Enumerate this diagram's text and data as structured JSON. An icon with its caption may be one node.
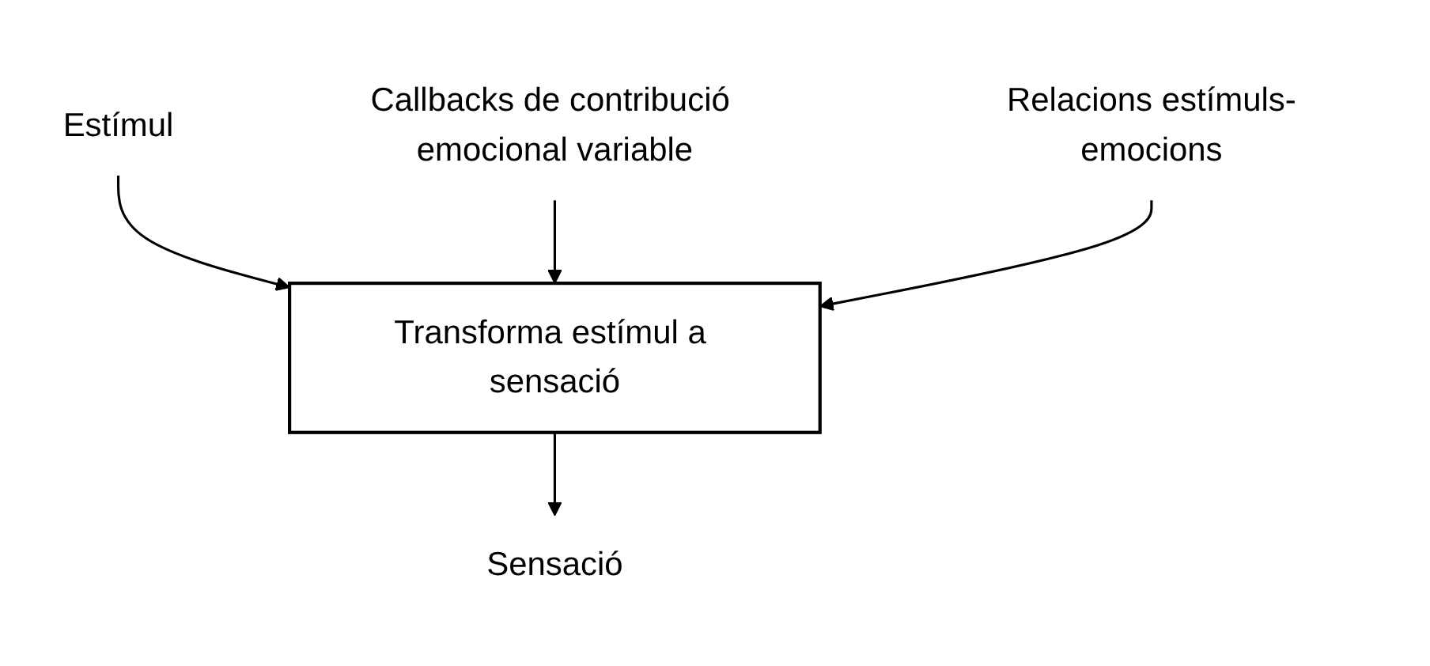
{
  "diagram": {
    "nodes": [
      {
        "text": [
          "Estímul"
        ]
      },
      {
        "text": [
          "Transforma estímul a sensació"
        ]
      },
      {
        "text": [
          "Callbacks de contribució emocional variable"
        ]
      },
      {
        "text": [
          "Relacions estímuls-emocions"
        ]
      },
      {
        "text": [
          "Sensació"
        ]
      }
    ],
    "edges": [
      {
        "from": 0,
        "to": 1,
        "arrow": "to"
      },
      {
        "from": 2,
        "to": 1,
        "arrow": "to"
      },
      {
        "from": 3,
        "to": 1,
        "arrow": "to"
      },
      {
        "from": 1,
        "to": 4,
        "arrow": "to"
      }
    ]
  }
}
